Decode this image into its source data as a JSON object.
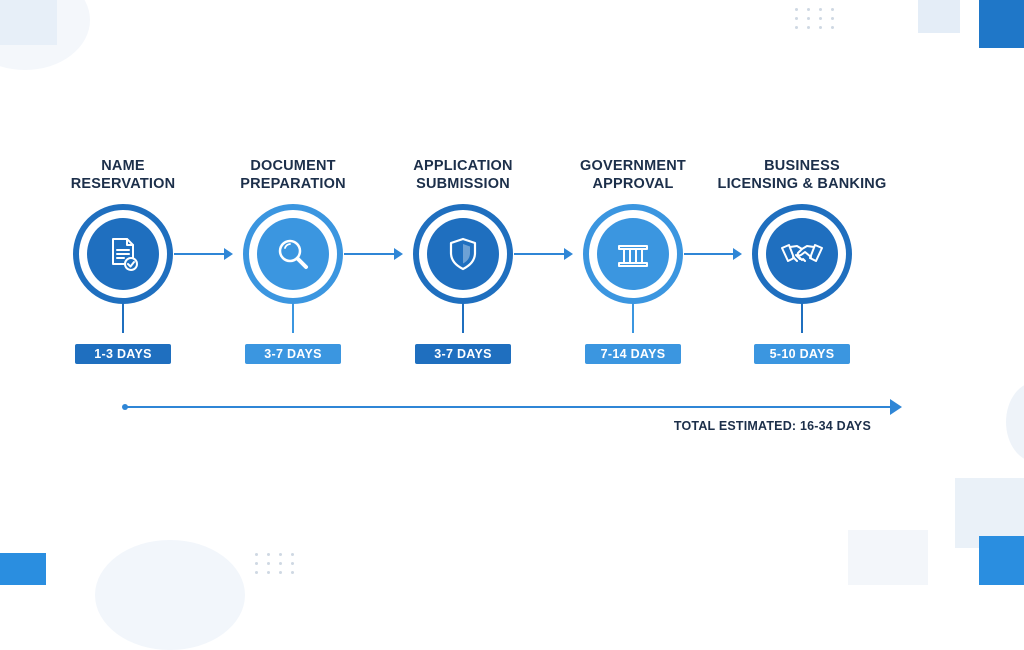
{
  "steps": [
    {
      "title_line1": "NAME",
      "title_line2": "RESERVATION",
      "duration": "1-3 DAYS",
      "icon": "document-check-icon",
      "ring_color": "#1f6fbf",
      "fill_color": "#1f6fbf",
      "badge_color": "#1f6fbf"
    },
    {
      "title_line1": "DOCUMENT",
      "title_line2": "PREPARATION",
      "duration": "3-7 DAYS",
      "icon": "magnifier-icon",
      "ring_color": "#3b96e0",
      "fill_color": "#3b96e0",
      "badge_color": "#3b96e0"
    },
    {
      "title_line1": "APPLICATION",
      "title_line2": "SUBMISSION",
      "duration": "3-7 DAYS",
      "icon": "shield-icon",
      "ring_color": "#1f6fbf",
      "fill_color": "#1f6fbf",
      "badge_color": "#1f6fbf"
    },
    {
      "title_line1": "GOVERNMENT",
      "title_line2": "APPROVAL",
      "duration": "7-14 DAYS",
      "icon": "government-building-icon",
      "ring_color": "#3b96e0",
      "fill_color": "#3b96e0",
      "badge_color": "#3b96e0"
    },
    {
      "title_line1": "BUSINESS",
      "title_line2": "LICENSING & BANKING",
      "duration": "5-10 DAYS",
      "icon": "handshake-icon",
      "ring_color": "#1f6fbf",
      "fill_color": "#1f6fbf",
      "badge_color": "#3b96e0"
    }
  ],
  "total_estimate": "TOTAL ESTIMATED: 16-34 DAYS",
  "accent_color": "#2f86d6"
}
